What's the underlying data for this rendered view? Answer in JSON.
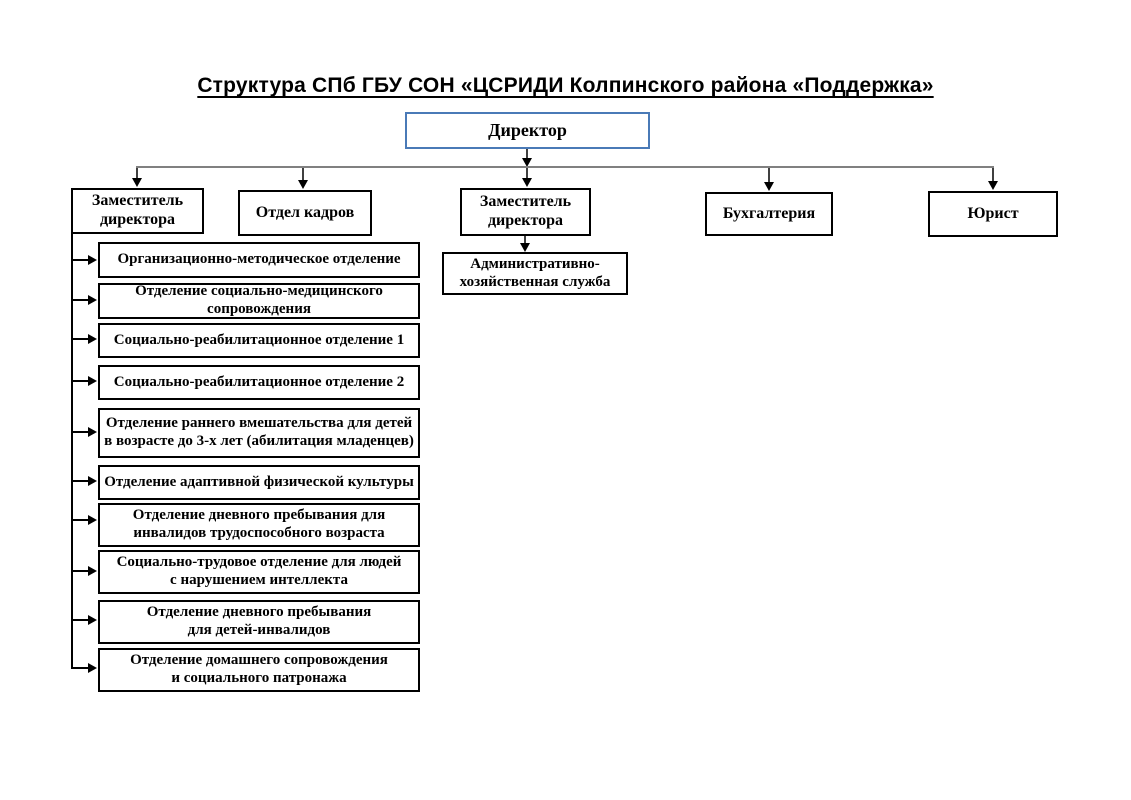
{
  "title": "Структура СПб ГБУ СОН «ЦСРИДИ Колпинского района «Поддержка»",
  "colors": {
    "director_box_border": "#4a7ab7",
    "connector_main_line": "#808080",
    "connector_arrows": "#000000",
    "box_border": "#000000",
    "text": "#000000",
    "background": "#ffffff"
  },
  "org": {
    "director": {
      "label": "Директор"
    },
    "top_row": [
      {
        "label": "Заместитель\nдиректора"
      },
      {
        "label": "Отдел кадров"
      },
      {
        "label": "Заместитель\nдиректора"
      },
      {
        "label": "Бухгалтерия"
      },
      {
        "label": "Юрист"
      }
    ],
    "admin_service": {
      "label": "Административно-\nхозяйственная служба"
    },
    "departments": [
      {
        "label": "Организационно-методическое отделение"
      },
      {
        "label": "Отделение социально-медицинского\nсопровождения"
      },
      {
        "label": "Социально-реабилитационное отделение 1"
      },
      {
        "label": "Социально-реабилитационное отделение 2"
      },
      {
        "label": "Отделение раннего вмешательства для детей\nв возрасте до 3-х лет (абилитация младенцев)"
      },
      {
        "label": "Отделение адаптивной физической культуры"
      },
      {
        "label": "Отделение дневного пребывания для\nинвалидов трудоспособного возраста"
      },
      {
        "label": "Социально-трудовое отделение для людей\nс нарушением интеллекта"
      },
      {
        "label": "Отделение дневного пребывания\nдля детей-инвалидов"
      },
      {
        "label": "Отделение домашнего сопровождения\nи социального патронажа"
      }
    ]
  }
}
